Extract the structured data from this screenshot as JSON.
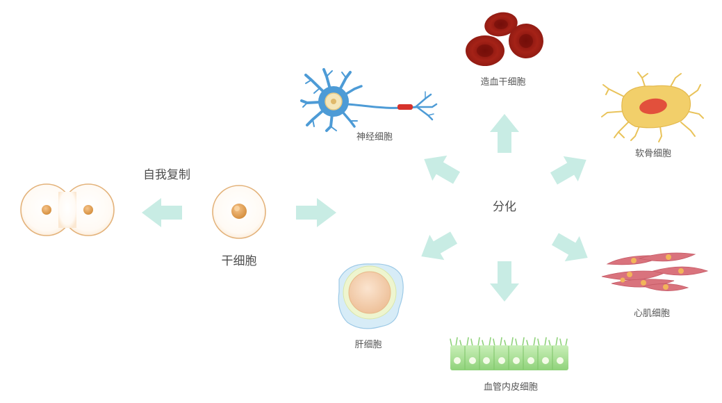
{
  "labels": {
    "self_renewal": "自我复制",
    "stem_cell": "干细胞",
    "differentiation": "分化",
    "hematopoietic_stem_cell": "造血干细胞",
    "nerve_cell": "神经细胞",
    "chondrocyte": "软骨细胞",
    "cardiomyocyte": "心肌细胞",
    "hepatocyte": "肝细胞",
    "vascular_endothelial_cell": "血管内皮细胞"
  },
  "colors": {
    "arrow": "#c8ece4",
    "membrane": "#e3b27a",
    "nucleus": "#dc9a4c",
    "red_blood_cell": "#9b1c15",
    "neuron": "#4d9bd6",
    "chondrocyte_body": "#f2cf6a",
    "chondrocyte_nucleus": "#e2503c",
    "muscle": "#d9737d",
    "endothelium": "#9fd98a"
  }
}
